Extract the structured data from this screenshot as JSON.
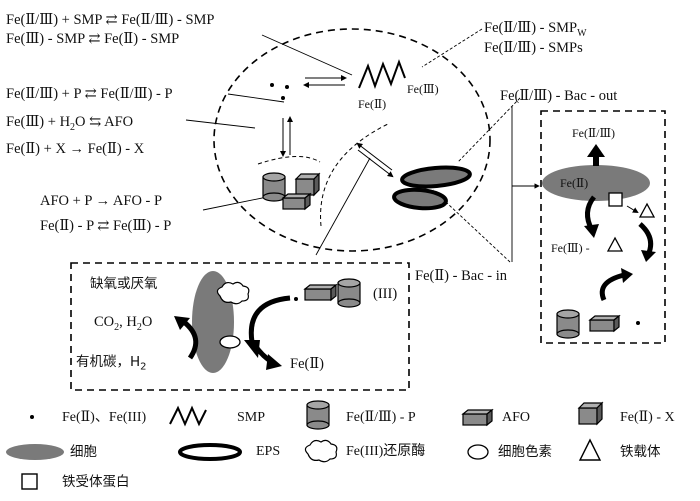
{
  "reactions_top": {
    "line1": "Fe(Ⅱ/Ⅲ) + SMP ⇄ Fe(Ⅱ/Ⅲ) - SMP",
    "line2": "Fe(Ⅲ) - SMP ⇄ Fe(Ⅱ) - SMP"
  },
  "reactions_mid": {
    "line1": "Fe(Ⅱ/Ⅲ) + P ⇄ Fe(Ⅱ/Ⅲ) - P",
    "line2_left": "Fe(Ⅲ) + H",
    "line2_sub": "2",
    "line2_right": "O ⇆ AFO",
    "line3": "Fe(Ⅱ) + X → Fe(Ⅱ) - X"
  },
  "reactions_low": {
    "line1": "AFO + P → AFO - P",
    "line2": "Fe(Ⅱ) - P ⇄ Fe(Ⅲ) - P"
  },
  "smp_labels": {
    "w": "Fe(Ⅱ/Ⅲ) - SMP",
    "w_sub": "W",
    "s": "Fe(Ⅱ/Ⅲ) - SMPs",
    "squiggle_fe2": "Fe(Ⅱ)",
    "squiggle_fe3": "Fe(Ⅲ)"
  },
  "bacteria": {
    "out": "Fe(Ⅱ/Ⅲ) - Bac - out",
    "in": "Fe(Ⅱ) - Bac - in"
  },
  "right_box": {
    "top_label": "Fe(Ⅱ/Ⅲ)",
    "cell_label": "Fe(Ⅱ)",
    "mid_label": "Fe(Ⅲ) -"
  },
  "bottom_box": {
    "condition": "缺氧或厌氧",
    "co2": "CO",
    "co2_sub": "2",
    "h2o": ", H",
    "h2o_sub": "2",
    "h2o_end": "O",
    "organic": "有机碳，H",
    "organic_sub": "2",
    "fe3": "(III)",
    "fe2": "Fe(Ⅱ)"
  },
  "legend": {
    "fe_dots": "Fe(Ⅱ)、Fe(III)",
    "smp": "SMP",
    "fe_p": "Fe(Ⅱ/Ⅲ) - P",
    "afo": "AFO",
    "fe_x": "Fe(Ⅱ) - X",
    "cell": "细胞",
    "eps": "EPS",
    "reductase": "Fe(III)还原酶",
    "pigment": "细胞色素",
    "siderophore": "铁载体",
    "receptor": "铁受体蛋白"
  },
  "colors": {
    "cell_fill": "#7a7a7a",
    "shape_fill": "#8a8a8a",
    "line": "#000000"
  }
}
